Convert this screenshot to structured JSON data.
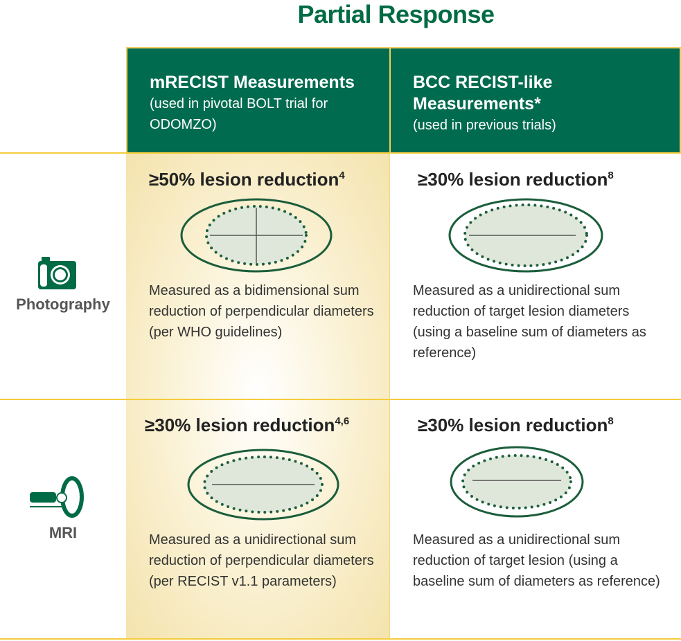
{
  "title": "Partial Response",
  "columns": [
    {
      "title": "mRECIST Measurements",
      "subtitle": "(used in pivotal BOLT trial for ODOMZO)"
    },
    {
      "title": "BCC RECIST-like Measurements*",
      "subtitle": "(used in previous trials)"
    }
  ],
  "rows": [
    {
      "label": "Photography",
      "icon": "camera-icon",
      "cells": [
        {
          "heading": "≥50% lesion reduction",
          "ref": "4",
          "description": "Measured as a bidimensional sum reduction of perpendicular diameters (per WHO guidelines)"
        },
        {
          "heading": "≥30% lesion reduction",
          "ref": "8",
          "description": "Measured as a unidirectional sum reduction of target lesion diameters (using a baseline sum of diameters as reference)"
        }
      ]
    },
    {
      "label": "MRI",
      "icon": "mri-scanner-icon",
      "cells": [
        {
          "heading": "≥30% lesion reduction",
          "ref": "4,6",
          "description": "Measured as a unidirectional sum reduction of perpendicular diameters (per RECIST v1.1 parameters)"
        },
        {
          "heading": "≥30% lesion reduction",
          "ref": "8",
          "description": "Measured as a unidirectional sum reduction of target lesion (using a baseline sum of diameters as reference)"
        }
      ]
    }
  ],
  "colors": {
    "brand_green": "#006b4f",
    "gold_line": "#f5cc3c"
  }
}
